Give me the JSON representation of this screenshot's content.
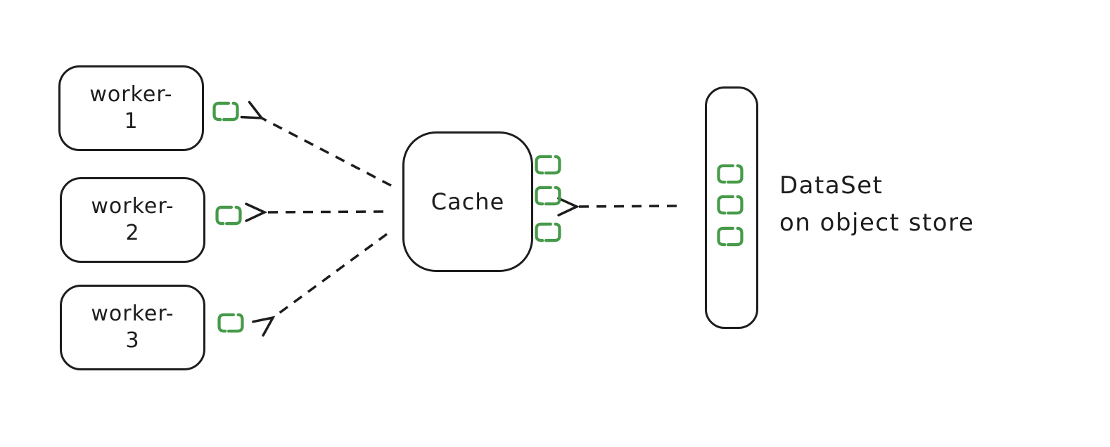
{
  "diagram": {
    "title": "dataset-cache-workers-diagram",
    "nodes": {
      "workers": [
        {
          "id": "worker-1",
          "line1": "worker-",
          "line2": "1"
        },
        {
          "id": "worker-2",
          "line1": "worker-",
          "line2": "2"
        },
        {
          "id": "worker-3",
          "line1": "worker-",
          "line2": "3"
        }
      ],
      "cache": {
        "label": "Cache"
      },
      "dataset": {
        "label_line1": "DataSet",
        "label_line2": "on object store"
      }
    },
    "edges": [
      {
        "from": "cache",
        "to": "worker-1",
        "style": "dashed-arrow"
      },
      {
        "from": "cache",
        "to": "worker-2",
        "style": "dashed-arrow"
      },
      {
        "from": "cache",
        "to": "worker-3",
        "style": "dashed-arrow"
      },
      {
        "from": "dataset",
        "to": "cache",
        "style": "dashed-arrow"
      }
    ],
    "icons": {
      "chunk": "data-chunk-brackets-icon"
    },
    "colors": {
      "ink": "#1d1d1d",
      "chunk_green": "#469a49",
      "background": "#ffffff"
    }
  }
}
